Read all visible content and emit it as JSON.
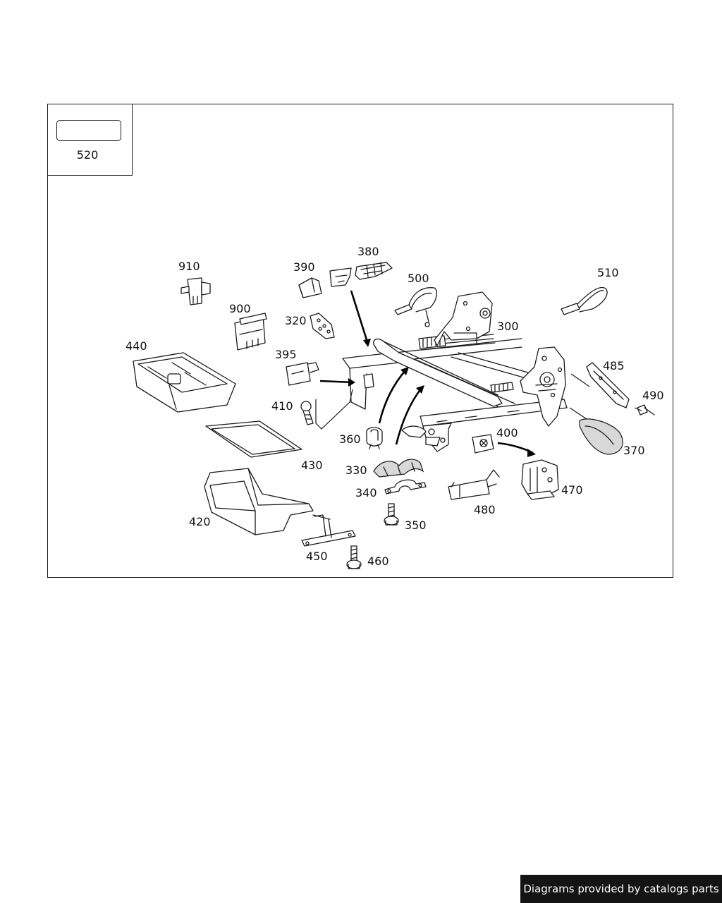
{
  "inset": {
    "label": "520"
  },
  "callouts": {
    "c300": "300",
    "c320": "320",
    "c330": "330",
    "c340": "340",
    "c350": "350",
    "c360": "360",
    "c370": "370",
    "c380": "380",
    "c390": "390",
    "c395": "395",
    "c400": "400",
    "c410": "410",
    "c420": "420",
    "c430": "430",
    "c440": "440",
    "c450": "450",
    "c460": "460",
    "c470": "470",
    "c480": "480",
    "c485": "485",
    "c490": "490",
    "c500": "500",
    "c510": "510",
    "c900": "900",
    "c910": "910"
  },
  "footer": {
    "text": "Diagrams provided by catalogs parts"
  }
}
